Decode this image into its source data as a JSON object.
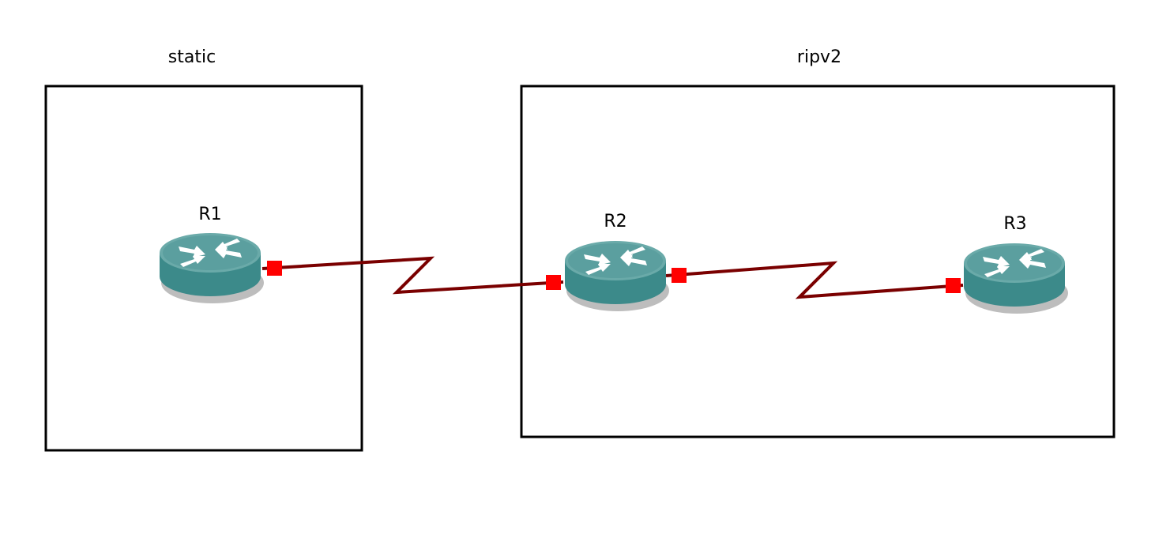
{
  "areas": [
    {
      "id": "area-static",
      "label": "static"
    },
    {
      "id": "area-ripv2",
      "label": "ripv2"
    }
  ],
  "routers": [
    {
      "id": "r1",
      "label": "R1",
      "icon": "router-icon"
    },
    {
      "id": "r2",
      "label": "R2",
      "icon": "router-icon"
    },
    {
      "id": "r3",
      "label": "R3",
      "icon": "router-icon"
    }
  ],
  "links": [
    {
      "id": "link-r1-r2",
      "from": "R1",
      "to": "R2",
      "type": "serial"
    },
    {
      "id": "link-r2-r3",
      "from": "R2",
      "to": "R3",
      "type": "serial"
    }
  ],
  "colors": {
    "link": "#7a0000",
    "port": "#ff0000",
    "router_body": "#3c8c8c",
    "router_top": "#5ea6a6",
    "router_shadow": "#b9b9b9",
    "area_border": "#000000"
  }
}
